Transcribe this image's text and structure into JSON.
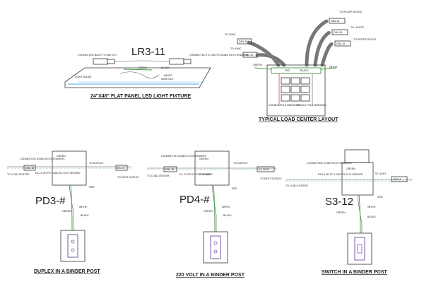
{
  "fixture": {
    "title": "LR3-11",
    "caption": "24\"X48\" FLAT PANEL LED LIGHT FIXTURE",
    "label_connected_back": "CONNECTED BACK TO SWITCH",
    "label_connected_lights": "CONNECTED TO LIGHTS USING E3 EXTENDERS",
    "label_green": "GREEN",
    "label_black": "BLACK",
    "label_white": "WHITE",
    "label_wire_nut": "WIRE NUT",
    "label_light_bulbs": "LIGHT BULBS"
  },
  "load_center": {
    "caption": "TYPICAL LOAD CENTER LAYOUT",
    "label_to_hvac_1": "TO HVAC",
    "label_to_hvac_2": "TO HVAC",
    "label_db_1": "DB4-15",
    "label_db_2": "DB4-15",
    "label_to_receptacles_1": "TO RECEPTACLES",
    "label_to_lights": "TO LIGHTS",
    "label_to_receptacles_2": "TO RECEPTACLES",
    "label_db_r1": "DB4-15",
    "label_db_r2": "DB4-15",
    "label_db_r3": "DB4-15",
    "label_green": "GREEN",
    "label_red": "RED",
    "label_black": "BLACK",
    "label_white": "WHITE",
    "label_double_pole": "DOUBLE POLE BREAKER",
    "label_single_pole": "SINGLE POLE BREAKER"
  },
  "pd3": {
    "title": "PD3-#",
    "caption": "DUPLEX IN A BINDER POST",
    "label_connected": "CONNECTED USING E3 EXTENDERS",
    "label_green": "GREEN",
    "label_db": "DB3-15",
    "label_to_load": "TO LOAD CENTER",
    "label_e3": "E3-15 OR PC LOAD E3-10 IF NEEDED",
    "label_to_duplex": "TO DUPLEX",
    "label_e3_right": "E3-15",
    "label_to_next": "TO NEXT DUPLEX",
    "label_red": "RED",
    "label_white": "WHITE",
    "label_green2": "GREEN",
    "label_black": "BLACK"
  },
  "pd4": {
    "title": "PD4-#",
    "caption": "220 VOLT IN A BINDER POST",
    "label_connected": "CONNECTED USING E3 EXTENDERS",
    "label_green": "GREEN",
    "label_db": "DB4-15",
    "label_to_load": "TO LOAD CENTER",
    "label_e4": "E4-10 OR E4-20 IF NEEDED",
    "label_pc": "PC LOAD",
    "label_to_duplex": "TO DUPLEX",
    "label_e4_right": "E4-10/20",
    "label_to_next": "TO NEXT DUPLEX",
    "label_red": "RED",
    "label_white": "WHITE",
    "label_green2": "GREEN",
    "label_black": "BLACK"
  },
  "s3": {
    "title": "S3-12",
    "caption": "SWITCH IN A BINDER POST",
    "label_connected": "CONNECTED USING E3 EXTENDERS",
    "label_to_load": "TO LOAD CENTER",
    "label_e3": "E3-15 OR PC LOAD E3-10 IF NEEDED",
    "label_to_light": "TO LIGHT",
    "label_lr": "LR3-11",
    "label_green": "GREEN",
    "label_red": "RED",
    "label_white": "WHITE",
    "label_green2": "GREEN",
    "label_black": "BLACK"
  }
}
